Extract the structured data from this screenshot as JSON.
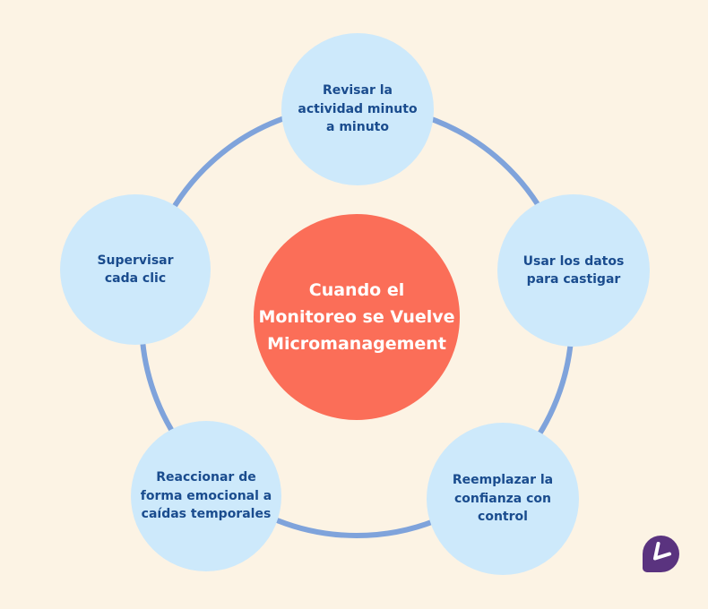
{
  "diagram": {
    "center_node": {
      "label": "Cuando el\nMonitoreo se Vuelve\nMicromanagement"
    },
    "satellites": [
      {
        "id": "top",
        "label": "Revisar la\nactividad minuto\na minuto"
      },
      {
        "id": "right",
        "label": "Usar los datos\npara castigar"
      },
      {
        "id": "bottom-right",
        "label": "Reemplazar la\nconfianza con\ncontrol"
      },
      {
        "id": "bottom-left",
        "label": "Reaccionar de\nforma emocional a\ncaídas temporales"
      },
      {
        "id": "left",
        "label": "Supervisar\ncada clic"
      }
    ],
    "logo": {
      "icon": "toggl-track-clock-logo"
    },
    "colors": {
      "background": "#FCF3E4",
      "satellite_fill": "#CDE9FB",
      "satellite_text": "#1A4C8E",
      "center_fill": "#FB6E58",
      "center_text": "#FFFFFF",
      "ring_stroke": "#7FA3DB",
      "logo_purple": "#5A337F"
    }
  }
}
